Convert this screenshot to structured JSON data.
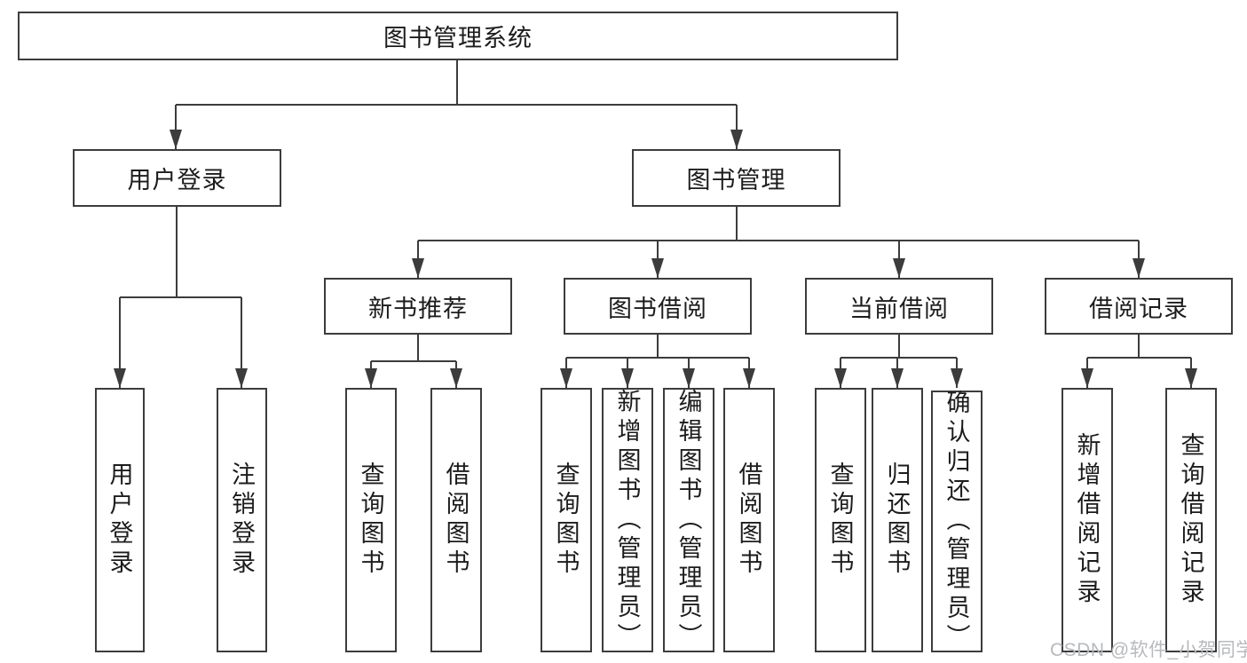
{
  "diagram": {
    "root": "图书管理系统",
    "level2": {
      "user_login": "用户登录",
      "book_mgmt": "图书管理"
    },
    "level3": {
      "new_book_rec": "新书推荐",
      "book_borrow": "图书借阅",
      "current_borrow": "当前借阅",
      "borrow_records": "借阅记录"
    },
    "leaves": {
      "user_login_leaf": "用户登录",
      "logout": "注销登录",
      "nb_query_book": "查询图书",
      "nb_borrow_book": "借阅图书",
      "bb_query_book": "查询图书",
      "bb_add_book": "新增图书（管理员）",
      "bb_edit_book": "编辑图书（管理员）",
      "bb_borrow_book": "借阅图书",
      "cb_query_book": "查询图书",
      "cb_return_book": "归还图书",
      "cb_confirm_return": "确认归还（管理员）",
      "br_add_record": "新增借阅记录",
      "br_query_record": "查询借阅记录"
    }
  },
  "watermark": "CSDN @软件_小贺同学",
  "colors": {
    "line": "#3c3c3c",
    "node_border": "#3c3c3c",
    "node_fill": "#ffffff",
    "text": "#1c1c1c",
    "watermark_text": "#b7b9bd",
    "background": "#ffffff"
  }
}
